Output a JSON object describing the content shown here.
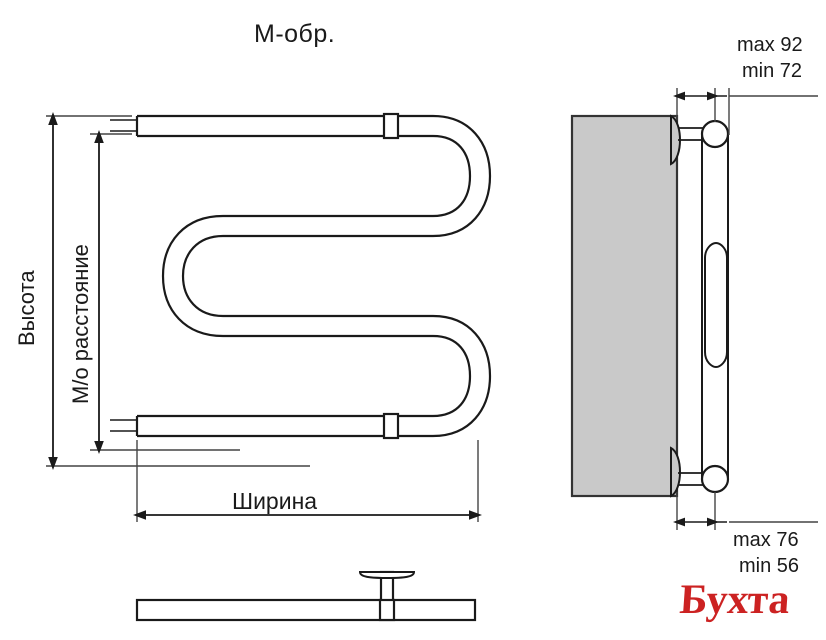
{
  "drawing": {
    "title": "М-обр.",
    "labels": {
      "height": "Высота",
      "center_distance": "М/о расстояние",
      "width": "Ширина"
    },
    "dimensions": {
      "top_max": "max 92",
      "top_min": "min 72",
      "bottom_max": "max 76",
      "bottom_min": "min 56"
    },
    "colors": {
      "line": "#1a1a1a",
      "wall_fill": "#c9c9c9",
      "wall_stroke": "#333333",
      "dim_line": "#444444",
      "background": "#ffffff",
      "watermark": "#cc2222"
    },
    "views": {
      "front_view_name": "front-view-m-shaped-radiator",
      "side_view_name": "side-view-wall-mount",
      "top_view_name": "top-view-bracket-profile"
    }
  },
  "watermark": {
    "text": "Бухта"
  }
}
